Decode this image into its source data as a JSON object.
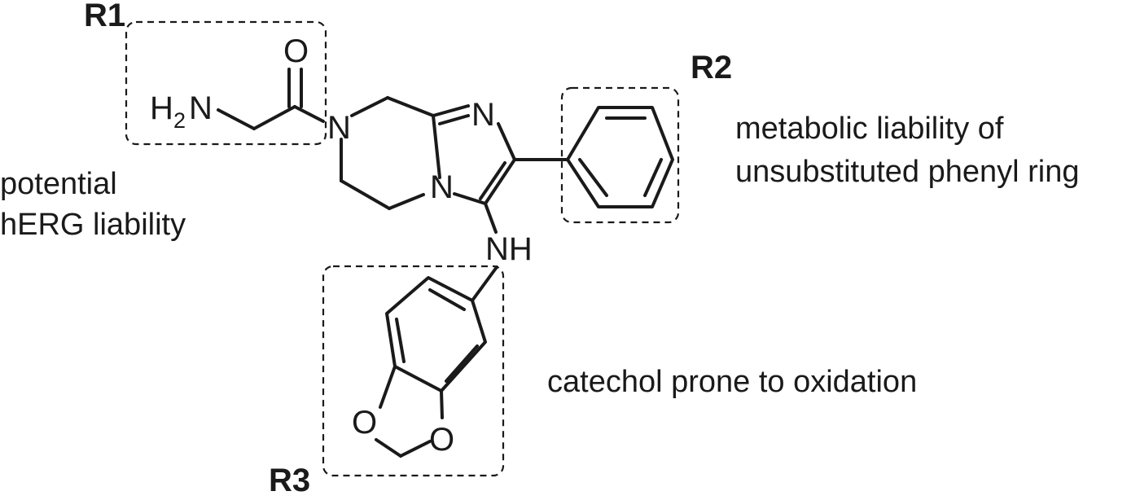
{
  "regions": {
    "r1": {
      "label": "R1",
      "note_line1": "potential",
      "note_line2": "hERG liability"
    },
    "r2": {
      "label": "R2",
      "note_line1": "metabolic liability of",
      "note_line2": "unsubstituted phenyl ring"
    },
    "r3": {
      "label": "R3",
      "note": "catechol prone to oxidation"
    }
  },
  "atoms": {
    "carbonyl_oxygen": "O",
    "amine_h": "H",
    "amine_h_count": "2",
    "amine_n": "N",
    "piperazine_n": "N",
    "bridgehead_n": "N",
    "imidazole_n": "N",
    "aniline_nh": "NH",
    "dioxole_o_left": "O",
    "dioxole_o_right": "O"
  }
}
